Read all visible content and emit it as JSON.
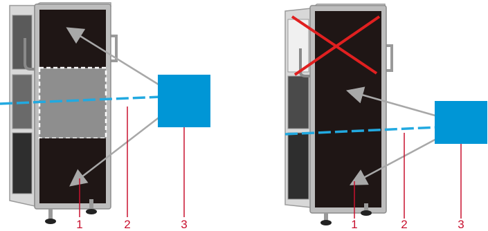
{
  "colors": {
    "callout_text": "#c8102e",
    "leader_line": "#c8102e",
    "sensor_box": "#0096d6",
    "sensor_line": "#22a9e0",
    "cross": "#e02020",
    "panel": "#1a1414",
    "frame": "#c9c9c9",
    "pointer": "#a8a8a8"
  },
  "figures": [
    {
      "id": "left",
      "callouts": [
        "1",
        "2",
        "3"
      ],
      "shelf_highlight": "middle-dashed",
      "icons": [
        "appliance-icon",
        "sensor-box-icon",
        "pointer-arrow-icon"
      ]
    },
    {
      "id": "right",
      "callouts": [
        "1",
        "2",
        "3"
      ],
      "shelf_highlight": "top-crossed-out",
      "icons": [
        "appliance-icon",
        "sensor-box-icon",
        "pointer-arrow-icon",
        "red-cross-icon"
      ]
    }
  ]
}
